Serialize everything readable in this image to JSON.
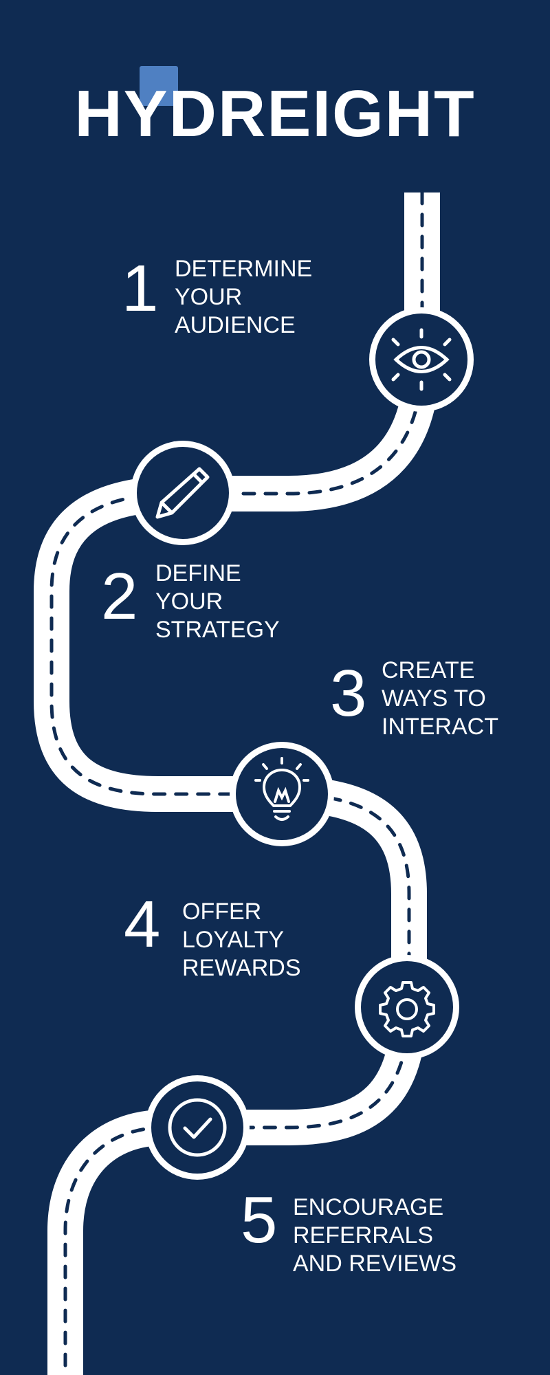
{
  "brand": {
    "logo_text": "HYDREIGHT"
  },
  "steps": [
    {
      "number": "1",
      "lines": [
        "DETERMINE",
        "YOUR",
        "AUDIENCE"
      ],
      "icon": "eye-icon"
    },
    {
      "number": "2",
      "lines": [
        "DEFINE",
        "YOUR",
        "STRATEGY"
      ],
      "icon": "pencil-icon"
    },
    {
      "number": "3",
      "lines": [
        "CREATE",
        "WAYS TO",
        "INTERACT"
      ],
      "icon": "lightbulb-icon"
    },
    {
      "number": "4",
      "lines": [
        "OFFER",
        "LOYALTY",
        "REWARDS"
      ],
      "icon": "gear-icon"
    },
    {
      "number": "5",
      "lines": [
        "ENCOURAGE",
        "REFERRALS",
        "AND REVIEWS"
      ],
      "icon": "checkmark-icon"
    }
  ],
  "colors": {
    "background": "#0f2b52",
    "road": "#ffffff",
    "logo_accent": "#5b8fd6"
  }
}
